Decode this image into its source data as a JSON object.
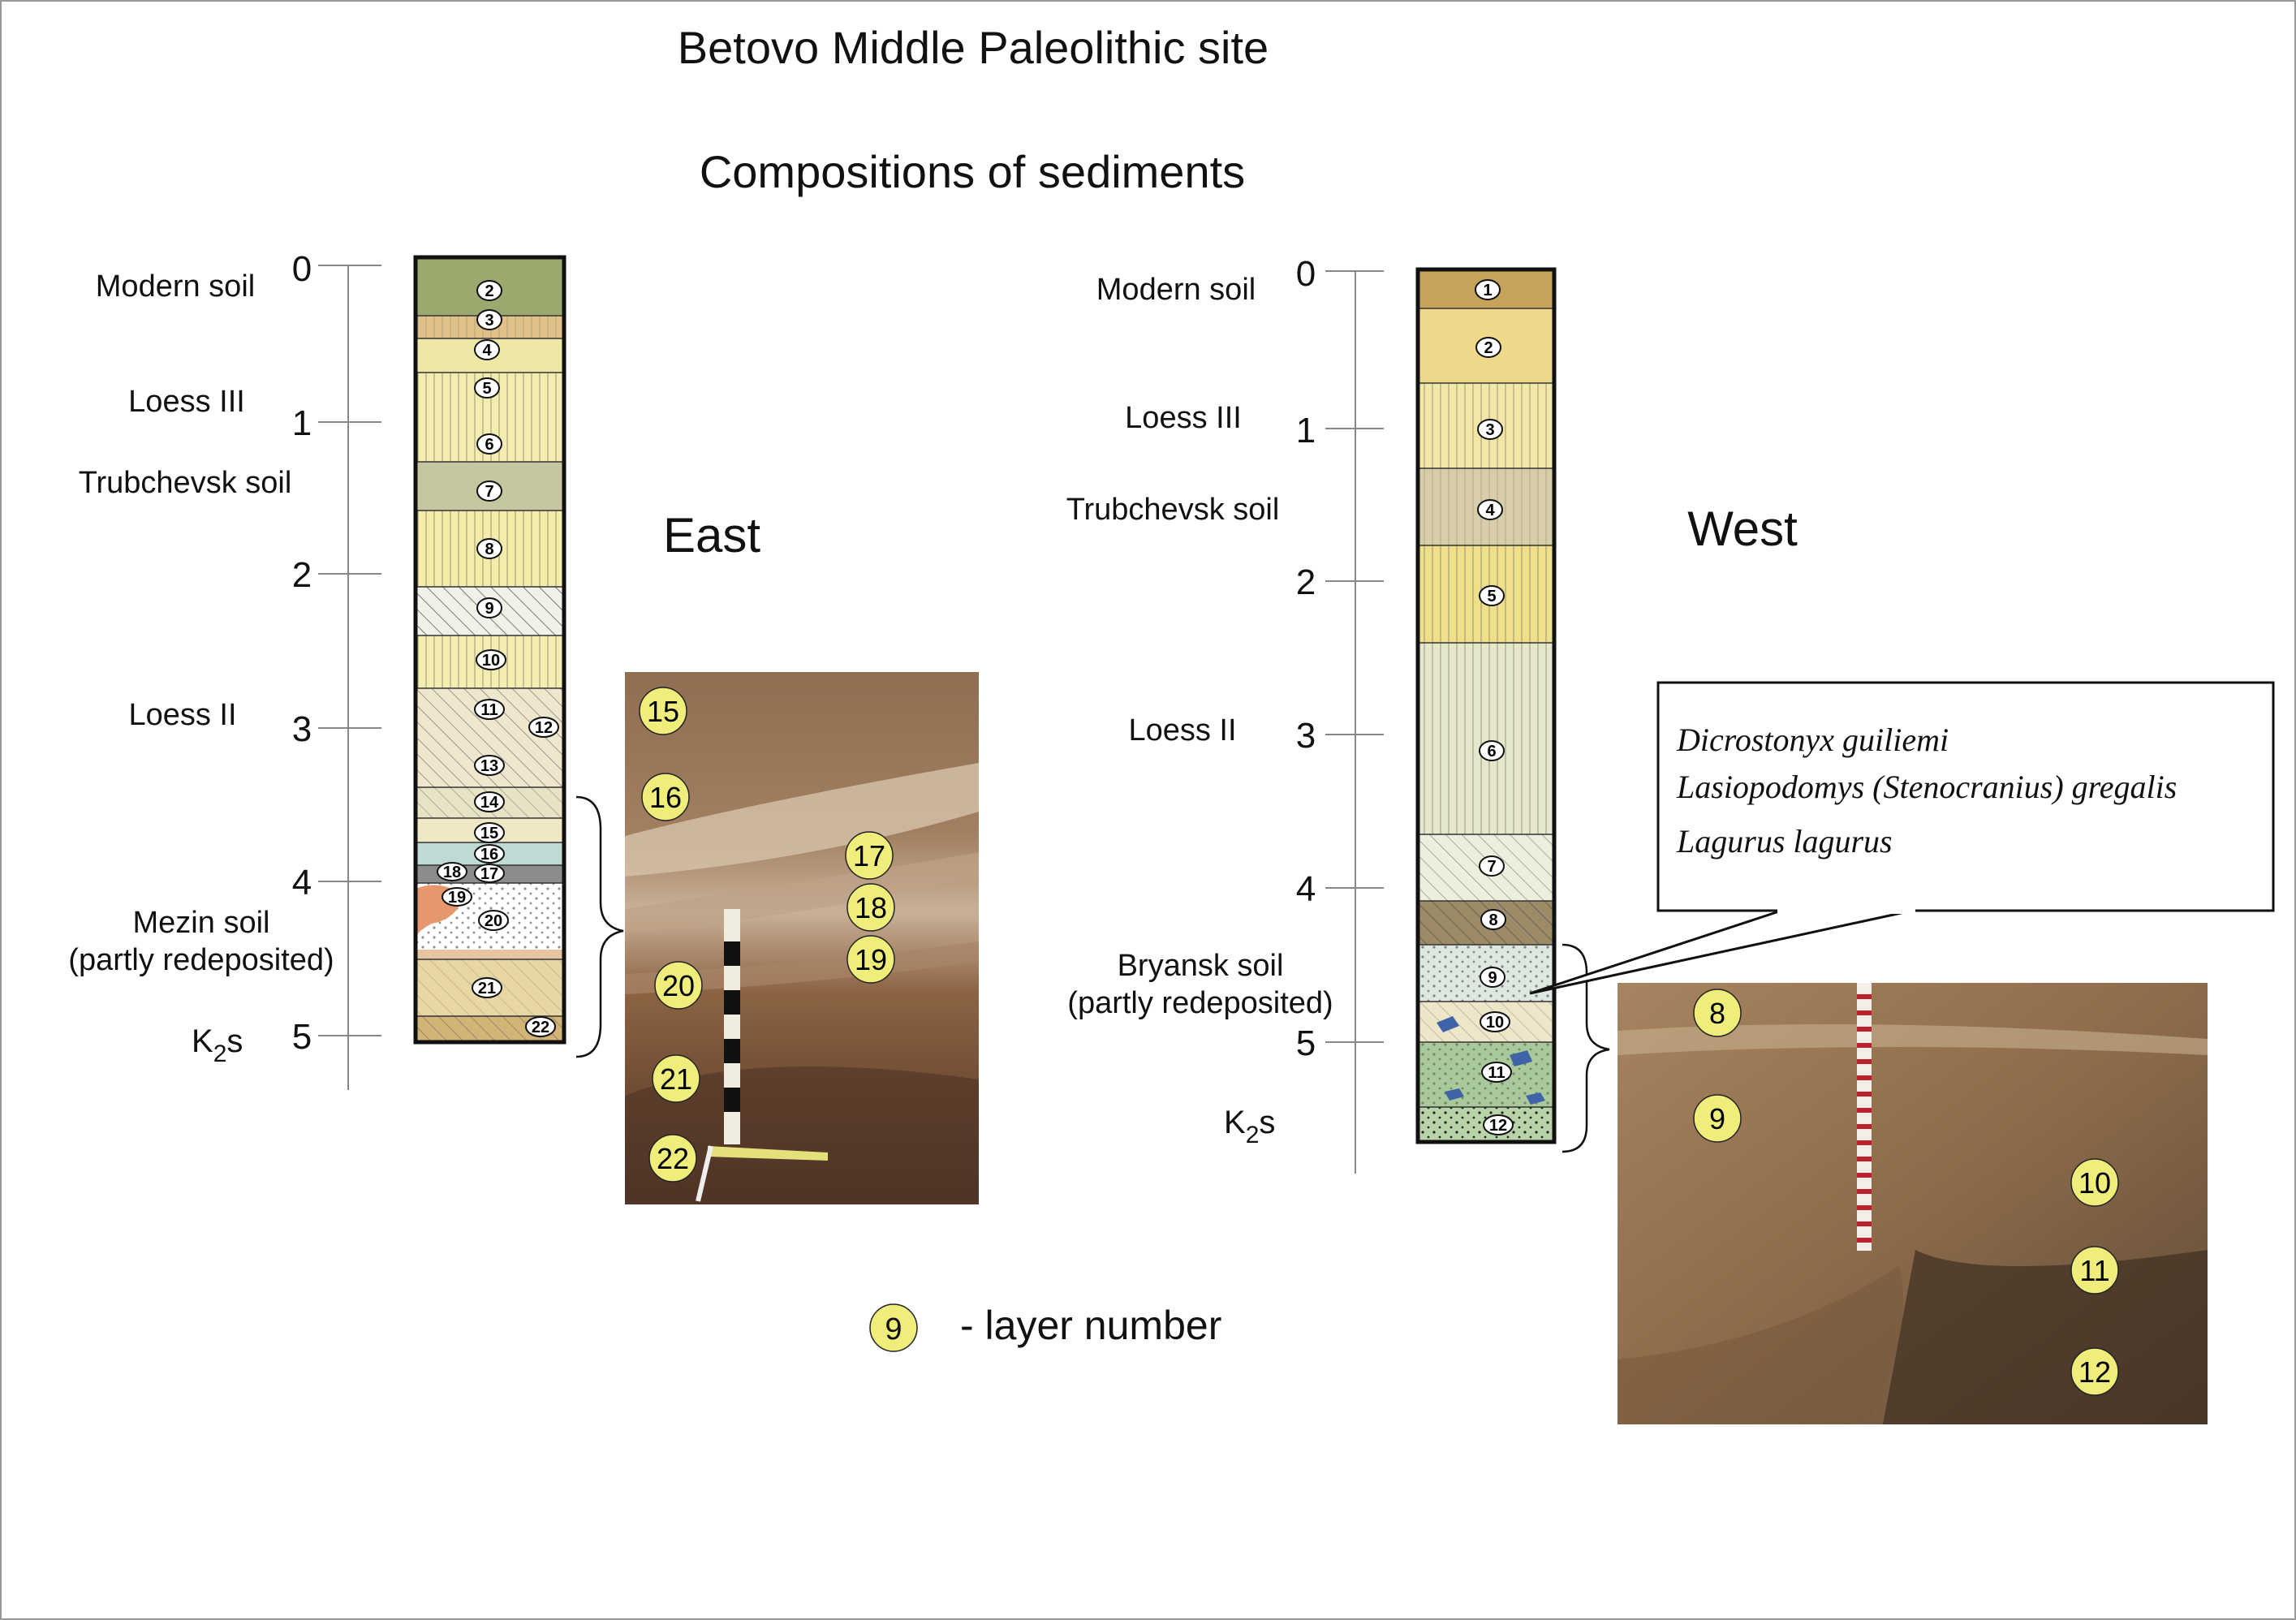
{
  "title": "Betovo Middle Paleolithic site",
  "subtitle": "Compositions of sediments",
  "east": {
    "label": "East",
    "scale_ticks": [
      "0",
      "1",
      "2",
      "3",
      "4",
      "5"
    ],
    "units": [
      "Modern soil",
      "Loess III",
      "Trubchevsk  soil",
      "Loess II",
      "Mezin soil",
      "(partly redeposited)",
      "K",
      "2",
      "s"
    ],
    "layers": [
      "2",
      "3",
      "4",
      "5",
      "6",
      "7",
      "8",
      "9",
      "10",
      "11",
      "12",
      "13",
      "14",
      "15",
      "16",
      "17",
      "18",
      "19",
      "20",
      "21",
      "22"
    ],
    "photo_labels": [
      "15",
      "16",
      "17",
      "18",
      "19",
      "20",
      "21",
      "22"
    ],
    "colors": {
      "modern": "#9aa36a",
      "loess": "#f3eeb0",
      "soil": "#c7c39a",
      "mezin": "#f0d9bf",
      "hatch": "#e8e4d4"
    }
  },
  "west": {
    "label": "West",
    "scale_ticks": [
      "0",
      "1",
      "2",
      "3",
      "4",
      "5"
    ],
    "units": [
      "Modern soil",
      "Loess III",
      "Trubchevsk  soil",
      "Loess II",
      "Bryansk soil",
      "(partly redeposited)",
      "K",
      "2",
      "s"
    ],
    "layers": [
      "1",
      "2",
      "3",
      "4",
      "5",
      "6",
      "7",
      "8",
      "9",
      "10",
      "11",
      "12"
    ],
    "photo_labels": [
      "8",
      "9",
      "10",
      "11",
      "12"
    ],
    "species": [
      "Dicrostonyx guiliemi",
      "Lasiopodomys (Stenocranius) gregalis",
      "Lagurus lagurus"
    ],
    "colors": {
      "modern": "#c9a75b",
      "loess": "#eed98a",
      "soil": "#d9cfa0",
      "green": "#a9c99a",
      "dark": "#9d8a66"
    }
  },
  "legend": {
    "sample": "9",
    "text": "- layer number"
  },
  "label_color": "#f0ee7a"
}
